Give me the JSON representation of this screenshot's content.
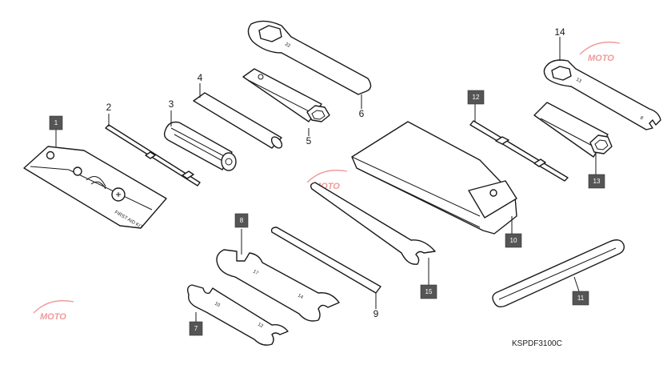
{
  "diagram": {
    "drawing_code": "KSPDF3100C",
    "callouts": [
      {
        "id": "1",
        "style": "boxed"
      },
      {
        "id": "2",
        "style": "plain"
      },
      {
        "id": "3",
        "style": "plain"
      },
      {
        "id": "4",
        "style": "plain"
      },
      {
        "id": "5",
        "style": "plain"
      },
      {
        "id": "6",
        "style": "plain"
      },
      {
        "id": "7",
        "style": "boxed"
      },
      {
        "id": "8",
        "style": "boxed"
      },
      {
        "id": "9",
        "style": "plain"
      },
      {
        "id": "10",
        "style": "boxed"
      },
      {
        "id": "11",
        "style": "boxed"
      },
      {
        "id": "12",
        "style": "boxed"
      },
      {
        "id": "13",
        "style": "boxed"
      },
      {
        "id": "14",
        "style": "plain"
      },
      {
        "id": "15",
        "style": "boxed"
      }
    ],
    "first_aid_label": "FIRST AID KIT",
    "wrench_sizes": {
      "wrench_6": "22",
      "wrench_7_a": "10",
      "wrench_7_b": "12",
      "wrench_8_a": "17",
      "wrench_8_b": "14",
      "wrench_14_a": "13",
      "wrench_14_b": "8"
    },
    "watermark_text": "MOTO",
    "colors": {
      "line": "#1a1a1a",
      "callout_box": "#555555",
      "watermark": "#e04a4a"
    }
  }
}
